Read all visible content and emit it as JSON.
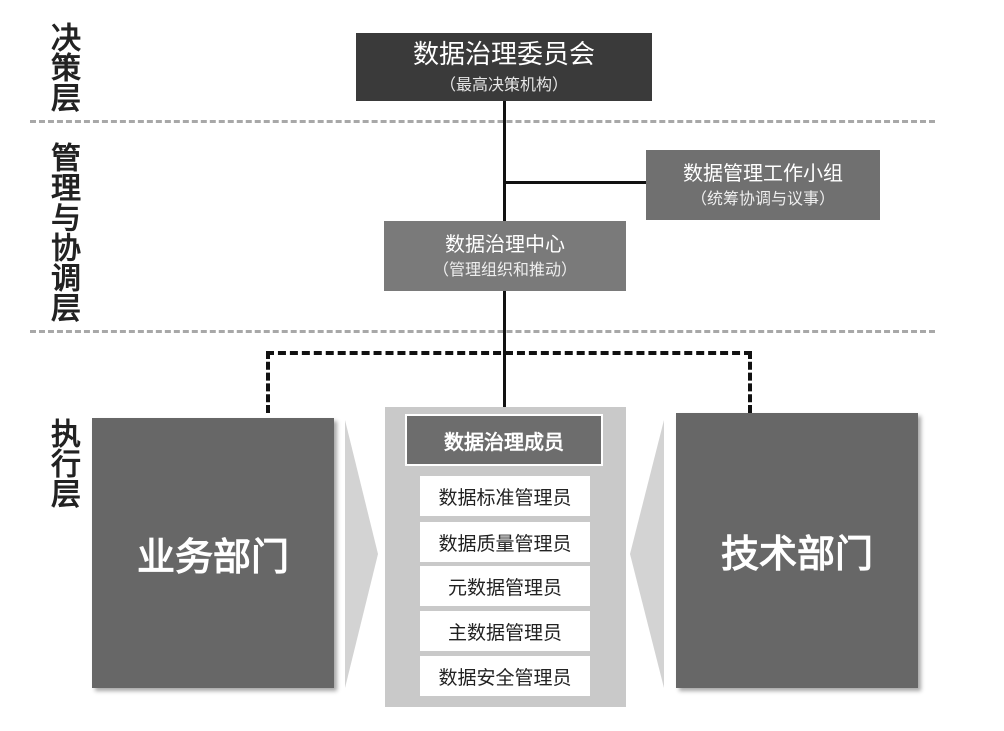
{
  "layers": {
    "decision": "决策层",
    "management": "管理与协调层",
    "execution": "执行层"
  },
  "committee": {
    "title": "数据治理委员会",
    "subtitle": "（最高决策机构）"
  },
  "working_group": {
    "title": "数据管理工作小组",
    "subtitle": "（统筹协调与议事）"
  },
  "center": {
    "title": "数据治理中心",
    "subtitle": "（管理组织和推动）"
  },
  "business_dept": {
    "label": "业务部门"
  },
  "tech_dept": {
    "label": "技术部门"
  },
  "members": {
    "header": "数据治理成员",
    "roles": [
      "数据标准管理员",
      "数据质量管理员",
      "元数据管理员",
      "主数据管理员",
      "数据安全管理员"
    ]
  },
  "colors": {
    "dark": "#3a3a3a",
    "mid": "#707070",
    "dept": "#676767",
    "panel": "#c9c9c9"
  }
}
